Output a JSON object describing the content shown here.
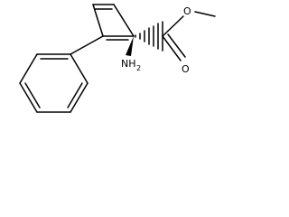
{
  "molecule": {
    "atoms": {
      "ester_oxygen": "O",
      "carbonyl_oxygen": "O",
      "amine": "NH",
      "amine_subscript": "2"
    },
    "stereo": {
      "amino_bond": "wedge",
      "carboxylate_bond": "hashed-wedge"
    },
    "colors": {
      "ink": "#000000",
      "background": "#ffffff"
    }
  }
}
